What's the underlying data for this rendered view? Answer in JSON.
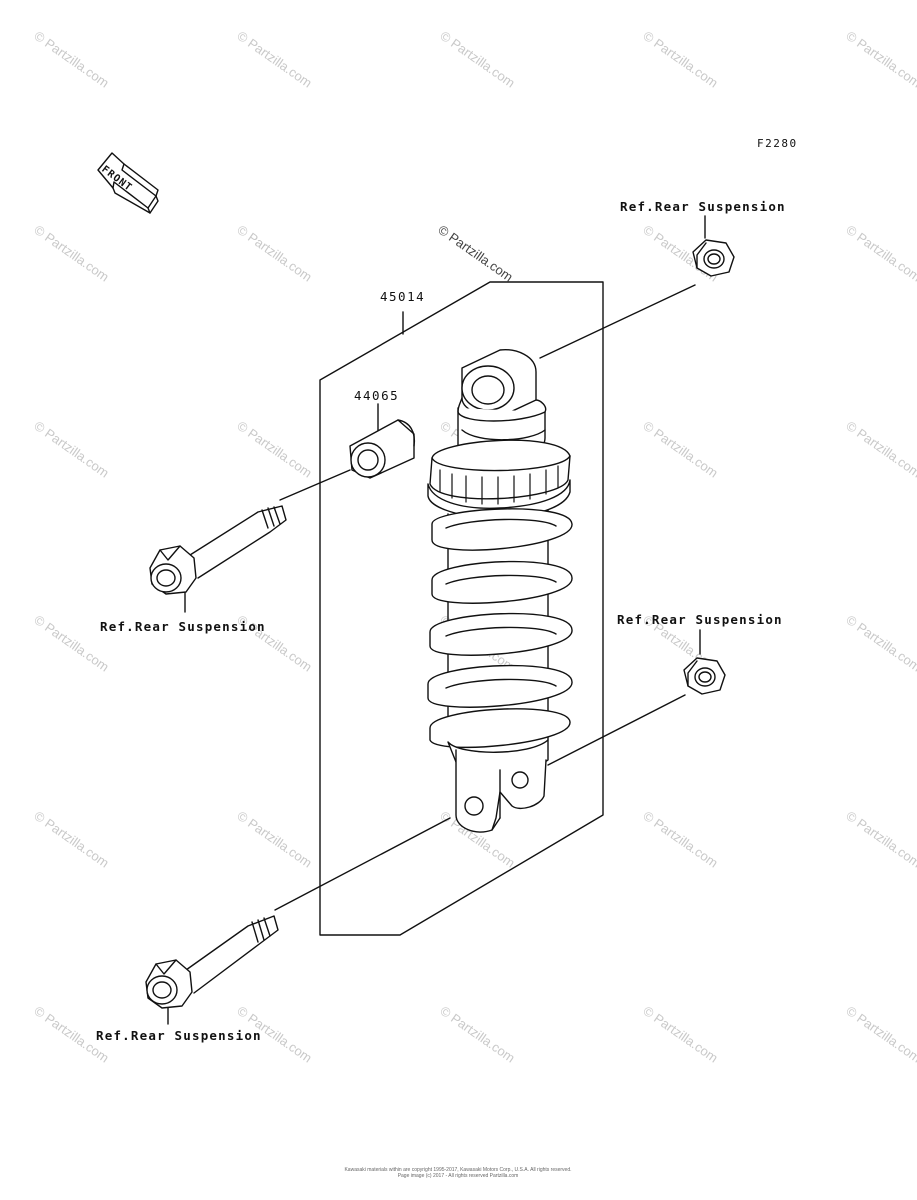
{
  "diagram": {
    "figure_code": "F2280",
    "front_label": "FRONT",
    "parts": [
      {
        "id": "45014"
      },
      {
        "id": "44065"
      }
    ],
    "references": [
      "Ref.Rear Suspension",
      "Ref.Rear Suspension",
      "Ref.Rear Suspension",
      "Ref.Rear Suspension"
    ],
    "watermark_center": "© Partzilla.com",
    "watermark_text": "© Partzilla.com",
    "footer_line1": "Kawasaki materials within are copyright 1995-2017, Kawasaki Motors Corp., U.S.A. All rights reserved.",
    "footer_line2": "Page image (c) 2017 - All rights reserved Partzilla.com"
  },
  "colors": {
    "line": "#111111",
    "watermark": "#c9c9c9",
    "background": "#ffffff"
  }
}
